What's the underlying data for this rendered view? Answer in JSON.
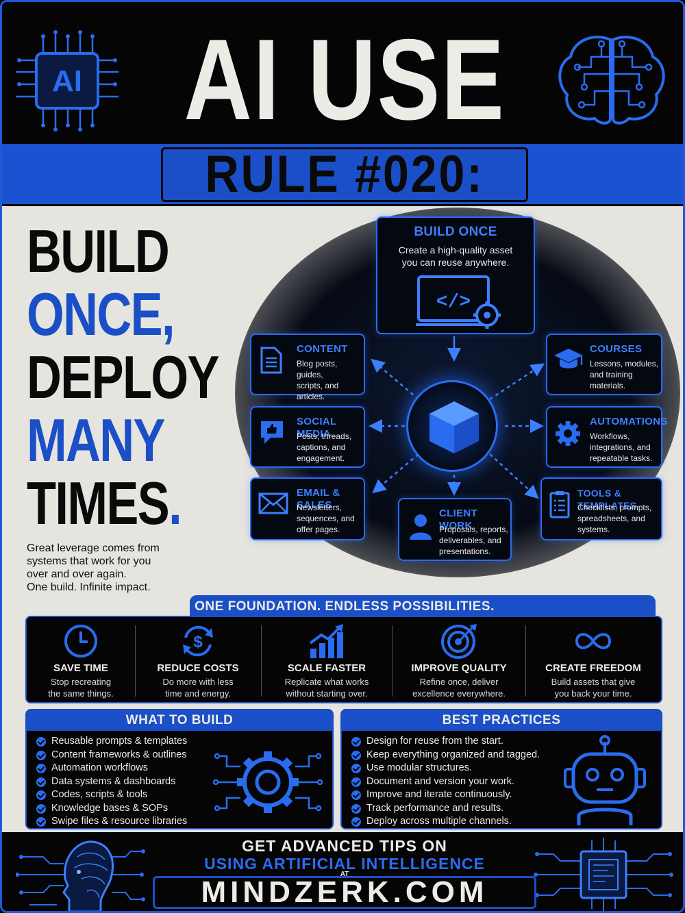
{
  "header": {
    "title": "AI USE",
    "rule": "RULE #020:",
    "chip_label": "AI"
  },
  "headline": {
    "line1": "BUILD",
    "line2": "ONCE,",
    "line3": "DEPLOY",
    "line4": "MANY",
    "line5": "TIMES",
    "period": ".",
    "tagline": [
      "Great leverage comes from",
      "systems that work for you",
      "over and over again.",
      "One build. Infinite impact."
    ]
  },
  "hub": {
    "build_once": {
      "title": "BUILD ONCE",
      "desc1": "Create a high-quality asset",
      "desc2": "you can reuse anywhere."
    },
    "cards": [
      {
        "title": "CONTENT",
        "lines": [
          "Blog posts, guides,",
          "scripts, and",
          "articles."
        ],
        "icon": "document-icon"
      },
      {
        "title": "SOCIAL MEDIA",
        "lines": [
          "Posts, threads,",
          "captions, and",
          "engagement."
        ],
        "icon": "thumbs-up-icon"
      },
      {
        "title": "EMAIL & SALES",
        "lines": [
          "Newsletters,",
          "sequences, and",
          "offer pages."
        ],
        "icon": "envelope-icon"
      },
      {
        "title": "CLIENT WORK",
        "lines": [
          "Proposals, reports,",
          "deliverables, and",
          "presentations."
        ],
        "icon": "user-icon"
      },
      {
        "title": "COURSES",
        "lines": [
          "Lessons, modules,",
          "and training",
          "materials."
        ],
        "icon": "graduation-cap-icon"
      },
      {
        "title": "AUTOMATIONS",
        "lines": [
          "Workflows,",
          "integrations, and",
          "repeatable tasks."
        ],
        "icon": "gear-icon"
      },
      {
        "title": "TOOLS & TEMPLATES",
        "lines": [
          "Checklists, prompts,",
          "spreadsheets, and",
          "systems."
        ],
        "icon": "checklist-icon"
      }
    ]
  },
  "foundation": {
    "tab": "ONE FOUNDATION. ENDLESS POSSIBILITIES.",
    "benefits": [
      {
        "title": "SAVE TIME",
        "d1": "Stop recreating",
        "d2": "the same things.",
        "icon": "clock-icon"
      },
      {
        "title": "REDUCE COSTS",
        "d1": "Do more with less",
        "d2": "time and energy.",
        "icon": "dollar-cycle-icon"
      },
      {
        "title": "SCALE FASTER",
        "d1": "Replicate what works",
        "d2": "without starting over.",
        "icon": "growth-chart-icon"
      },
      {
        "title": "IMPROVE QUALITY",
        "d1": "Refine once, deliver",
        "d2": "excellence everywhere.",
        "icon": "target-icon"
      },
      {
        "title": "CREATE FREEDOM",
        "d1": "Build assets that give",
        "d2": "you back your time.",
        "icon": "infinity-icon"
      }
    ]
  },
  "what_to_build": {
    "title": "WHAT TO BUILD",
    "items": [
      "Reusable prompts & templates",
      "Content frameworks & outlines",
      "Automation workflows",
      "Data systems & dashboards",
      "Codes, scripts & tools",
      "Knowledge bases & SOPs",
      "Swipe files & resource libraries"
    ]
  },
  "best_practices": {
    "title": "BEST PRACTICES",
    "items": [
      "Design for reuse from the start.",
      "Keep everything organized and tagged.",
      "Use modular structures.",
      "Document and version your work.",
      "Improve and iterate continuously.",
      "Track performance and results.",
      "Deploy across multiple channels."
    ]
  },
  "footer": {
    "line1": "GET ADVANCED TIPS ON",
    "line2": "USING ARTIFICIAL INTELLIGENCE",
    "line3": "AT",
    "site": "MINDZERK.COM"
  },
  "colors": {
    "accent": "#1a4fc7",
    "glow": "#2a6cf0",
    "paper": "#e6e4de",
    "dark": "#050505"
  }
}
